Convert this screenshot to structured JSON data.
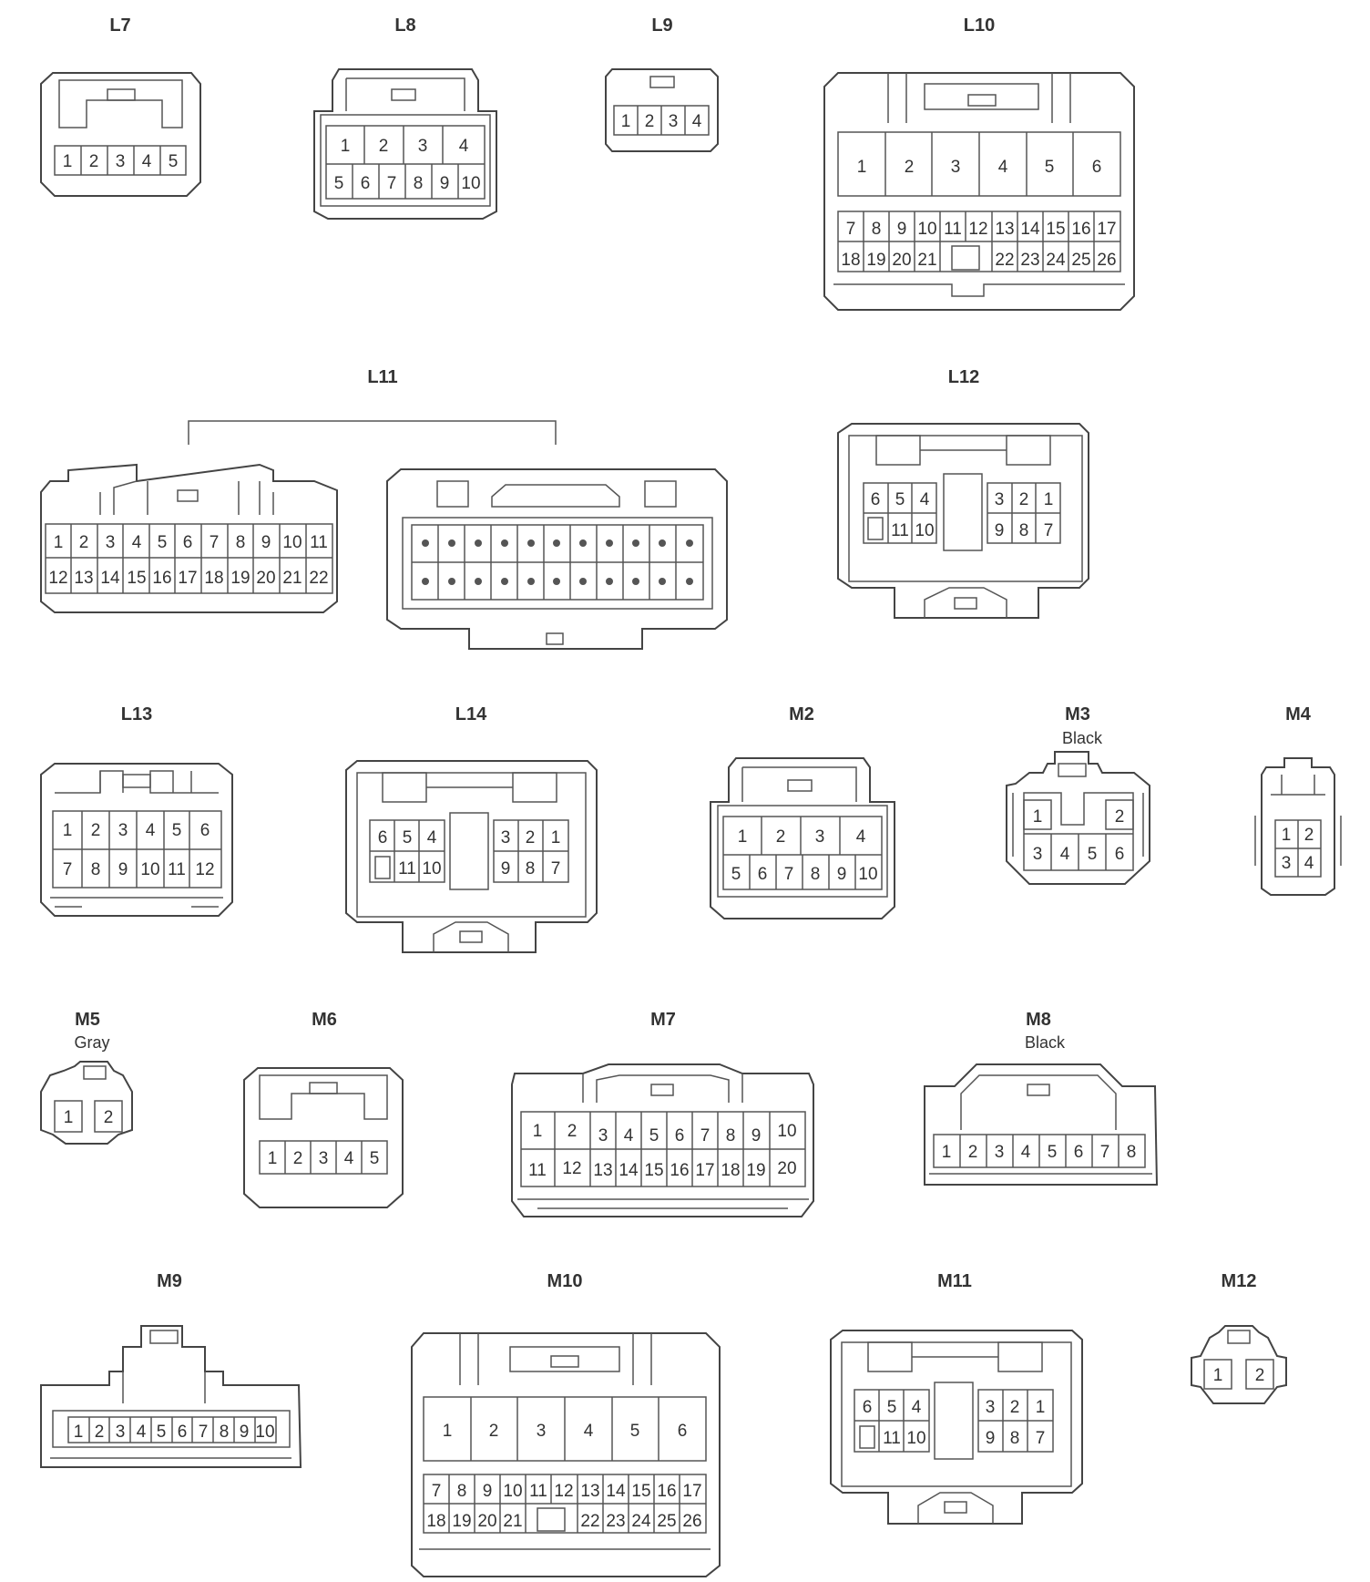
{
  "connectors": [
    {
      "id": "L7",
      "label": "L7",
      "pins": [
        [
          "1",
          "2",
          "3",
          "4",
          "5"
        ]
      ]
    },
    {
      "id": "L8",
      "label": "L8",
      "pins": [
        [
          "1",
          "2",
          "3",
          "4"
        ],
        [
          "5",
          "6",
          "7",
          "8",
          "9",
          "10"
        ]
      ]
    },
    {
      "id": "L9",
      "label": "L9",
      "pins": [
        [
          "1",
          "2",
          "3",
          "4"
        ]
      ]
    },
    {
      "id": "L10",
      "label": "L10",
      "pins": [
        [
          "1",
          "2",
          "3",
          "4",
          "5",
          "6"
        ],
        [
          "7",
          "8",
          "9",
          "10",
          "11",
          "12",
          "13",
          "14",
          "15",
          "16",
          "17"
        ],
        [
          "18",
          "19",
          "20",
          "21",
          "",
          "22",
          "23",
          "24",
          "25",
          "26"
        ]
      ]
    },
    {
      "id": "L11",
      "label": "L11",
      "pins": [
        [
          "1",
          "2",
          "3",
          "4",
          "5",
          "6",
          "7",
          "8",
          "9",
          "10",
          "11"
        ],
        [
          "12",
          "13",
          "14",
          "15",
          "16",
          "17",
          "18",
          "19",
          "20",
          "21",
          "22"
        ]
      ]
    },
    {
      "id": "L12",
      "label": "L12",
      "pins": [
        [
          "6",
          "5",
          "4",
          "",
          "3",
          "2",
          "1"
        ],
        [
          "",
          "11",
          "10",
          "",
          "9",
          "8",
          "7"
        ]
      ]
    },
    {
      "id": "L13",
      "label": "L13",
      "pins": [
        [
          "1",
          "2",
          "3",
          "4",
          "5",
          "6"
        ],
        [
          "7",
          "8",
          "9",
          "10",
          "11",
          "12"
        ]
      ]
    },
    {
      "id": "L14",
      "label": "L14",
      "pins": [
        [
          "6",
          "5",
          "4",
          "",
          "3",
          "2",
          "1"
        ],
        [
          "",
          "11",
          "10",
          "",
          "9",
          "8",
          "7"
        ]
      ]
    },
    {
      "id": "M2",
      "label": "M2",
      "pins": [
        [
          "1",
          "2",
          "3",
          "4"
        ],
        [
          "5",
          "6",
          "7",
          "8",
          "9",
          "10"
        ]
      ]
    },
    {
      "id": "M3",
      "label": "M3",
      "color": "Black",
      "pins": [
        [
          "1",
          "",
          "2"
        ],
        [
          "3",
          "4",
          "5",
          "6"
        ]
      ]
    },
    {
      "id": "M4",
      "label": "M4",
      "pins": [
        [
          "1",
          "2"
        ],
        [
          "3",
          "4"
        ]
      ]
    },
    {
      "id": "M5",
      "label": "M5",
      "color": "Gray",
      "pins": [
        [
          "1",
          "2"
        ]
      ]
    },
    {
      "id": "M6",
      "label": "M6",
      "pins": [
        [
          "1",
          "2",
          "3",
          "4",
          "5"
        ]
      ]
    },
    {
      "id": "M7",
      "label": "M7",
      "pins": [
        [
          "1",
          "2",
          "3",
          "4",
          "5",
          "6",
          "7",
          "8",
          "9",
          "10"
        ],
        [
          "11",
          "12",
          "13",
          "14",
          "15",
          "16",
          "17",
          "18",
          "19",
          "20"
        ]
      ]
    },
    {
      "id": "M8",
      "label": "M8",
      "color": "Black",
      "pins": [
        [
          "1",
          "2",
          "3",
          "4",
          "5",
          "6",
          "7",
          "8"
        ]
      ]
    },
    {
      "id": "M9",
      "label": "M9",
      "pins": [
        [
          "1",
          "2",
          "3",
          "4",
          "5",
          "6",
          "7",
          "8",
          "9",
          "10"
        ]
      ]
    },
    {
      "id": "M10",
      "label": "M10",
      "pins": [
        [
          "1",
          "2",
          "3",
          "4",
          "5",
          "6"
        ],
        [
          "7",
          "8",
          "9",
          "10",
          "11",
          "12",
          "13",
          "14",
          "15",
          "16",
          "17"
        ],
        [
          "18",
          "19",
          "20",
          "21",
          "",
          "22",
          "23",
          "24",
          "25",
          "26"
        ]
      ]
    },
    {
      "id": "M11",
      "label": "M11",
      "pins": [
        [
          "6",
          "5",
          "4",
          "",
          "3",
          "2",
          "1"
        ],
        [
          "",
          "11",
          "10",
          "",
          "9",
          "8",
          "7"
        ]
      ]
    },
    {
      "id": "M12",
      "label": "M12",
      "pins": [
        [
          "1",
          "2"
        ]
      ]
    }
  ],
  "colors": {
    "line": "#444444",
    "text": "#333333",
    "background": "#ffffff"
  }
}
